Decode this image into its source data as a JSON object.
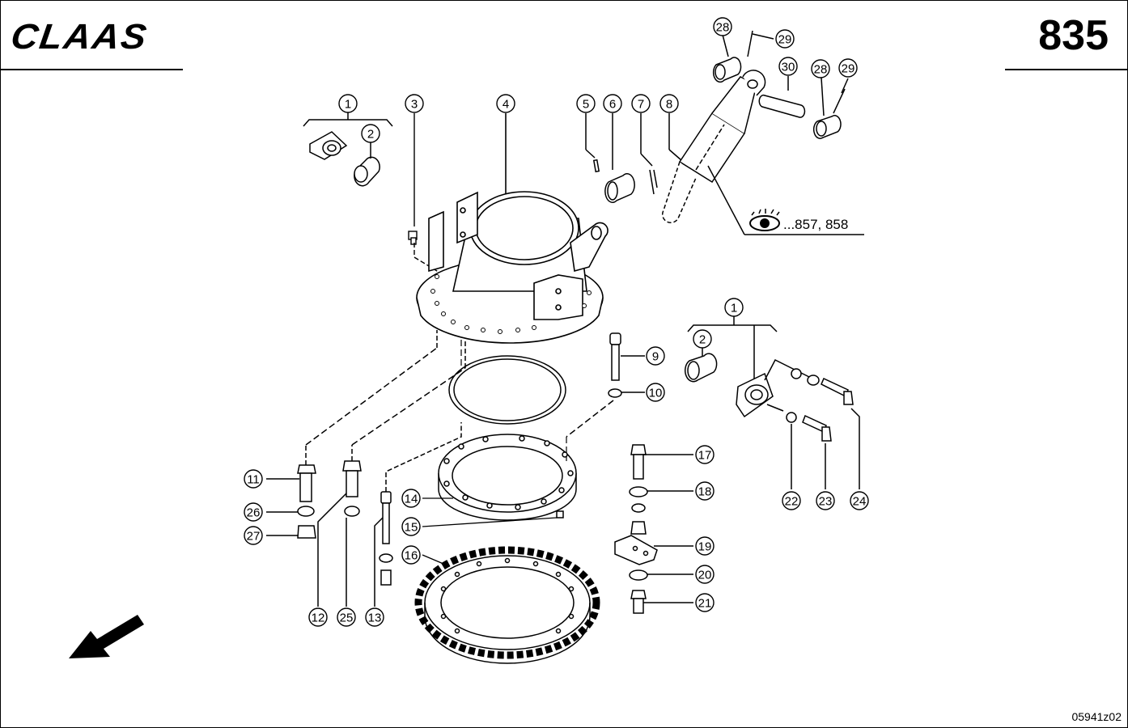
{
  "header": {
    "brand": "CLAAS",
    "page_number": "835"
  },
  "footer": {
    "drawing_id": "05941z02"
  },
  "reference": {
    "icon": "eye-icon",
    "text": "...857, 858"
  },
  "callouts": [
    {
      "id": "c1a",
      "label": "1"
    },
    {
      "id": "c2a",
      "label": "2"
    },
    {
      "id": "c3",
      "label": "3"
    },
    {
      "id": "c4",
      "label": "4"
    },
    {
      "id": "c5",
      "label": "5"
    },
    {
      "id": "c6",
      "label": "6"
    },
    {
      "id": "c7",
      "label": "7"
    },
    {
      "id": "c8",
      "label": "8"
    },
    {
      "id": "c28a",
      "label": "28"
    },
    {
      "id": "c29a",
      "label": "29"
    },
    {
      "id": "c30",
      "label": "30"
    },
    {
      "id": "c28b",
      "label": "28"
    },
    {
      "id": "c29b",
      "label": "29"
    },
    {
      "id": "c9",
      "label": "9"
    },
    {
      "id": "c10",
      "label": "10"
    },
    {
      "id": "c1b",
      "label": "1"
    },
    {
      "id": "c2b",
      "label": "2"
    },
    {
      "id": "c11",
      "label": "11"
    },
    {
      "id": "c26",
      "label": "26"
    },
    {
      "id": "c27",
      "label": "27"
    },
    {
      "id": "c14",
      "label": "14"
    },
    {
      "id": "c15",
      "label": "15"
    },
    {
      "id": "c16",
      "label": "16"
    },
    {
      "id": "c17",
      "label": "17"
    },
    {
      "id": "c18",
      "label": "18"
    },
    {
      "id": "c19",
      "label": "19"
    },
    {
      "id": "c20",
      "label": "20"
    },
    {
      "id": "c21",
      "label": "21"
    },
    {
      "id": "c22",
      "label": "22"
    },
    {
      "id": "c23",
      "label": "23"
    },
    {
      "id": "c24",
      "label": "24"
    },
    {
      "id": "c12",
      "label": "12"
    },
    {
      "id": "c25",
      "label": "25"
    },
    {
      "id": "c13",
      "label": "13"
    }
  ]
}
